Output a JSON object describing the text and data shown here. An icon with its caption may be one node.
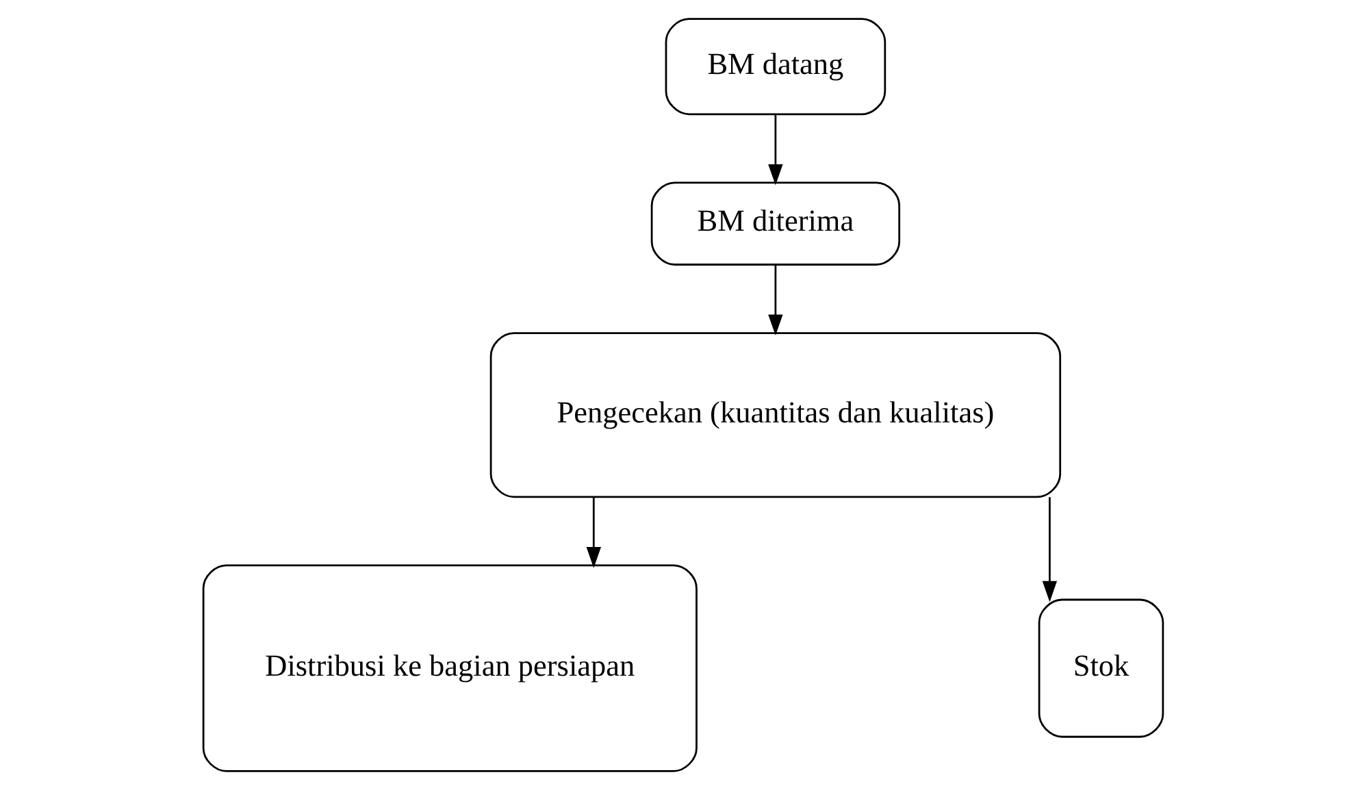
{
  "diagram": {
    "nodes": [
      {
        "text": [
          "BM datang"
        ]
      },
      {
        "text": [
          "BM diterima"
        ]
      },
      {
        "text": [
          "Pengecekan (kuantitas dan kualitas)"
        ]
      },
      {
        "text": [
          "Distribusi ke bagian persiapan"
        ]
      },
      {
        "text": [
          "Stok"
        ]
      }
    ],
    "edges": [
      {
        "from": 0,
        "to": 1,
        "arrow": "to"
      },
      {
        "from": 1,
        "to": 2,
        "arrow": "to"
      },
      {
        "from": 2,
        "to": 3,
        "arrow": "to"
      },
      {
        "from": 2,
        "to": 4,
        "arrow": "to"
      }
    ]
  }
}
